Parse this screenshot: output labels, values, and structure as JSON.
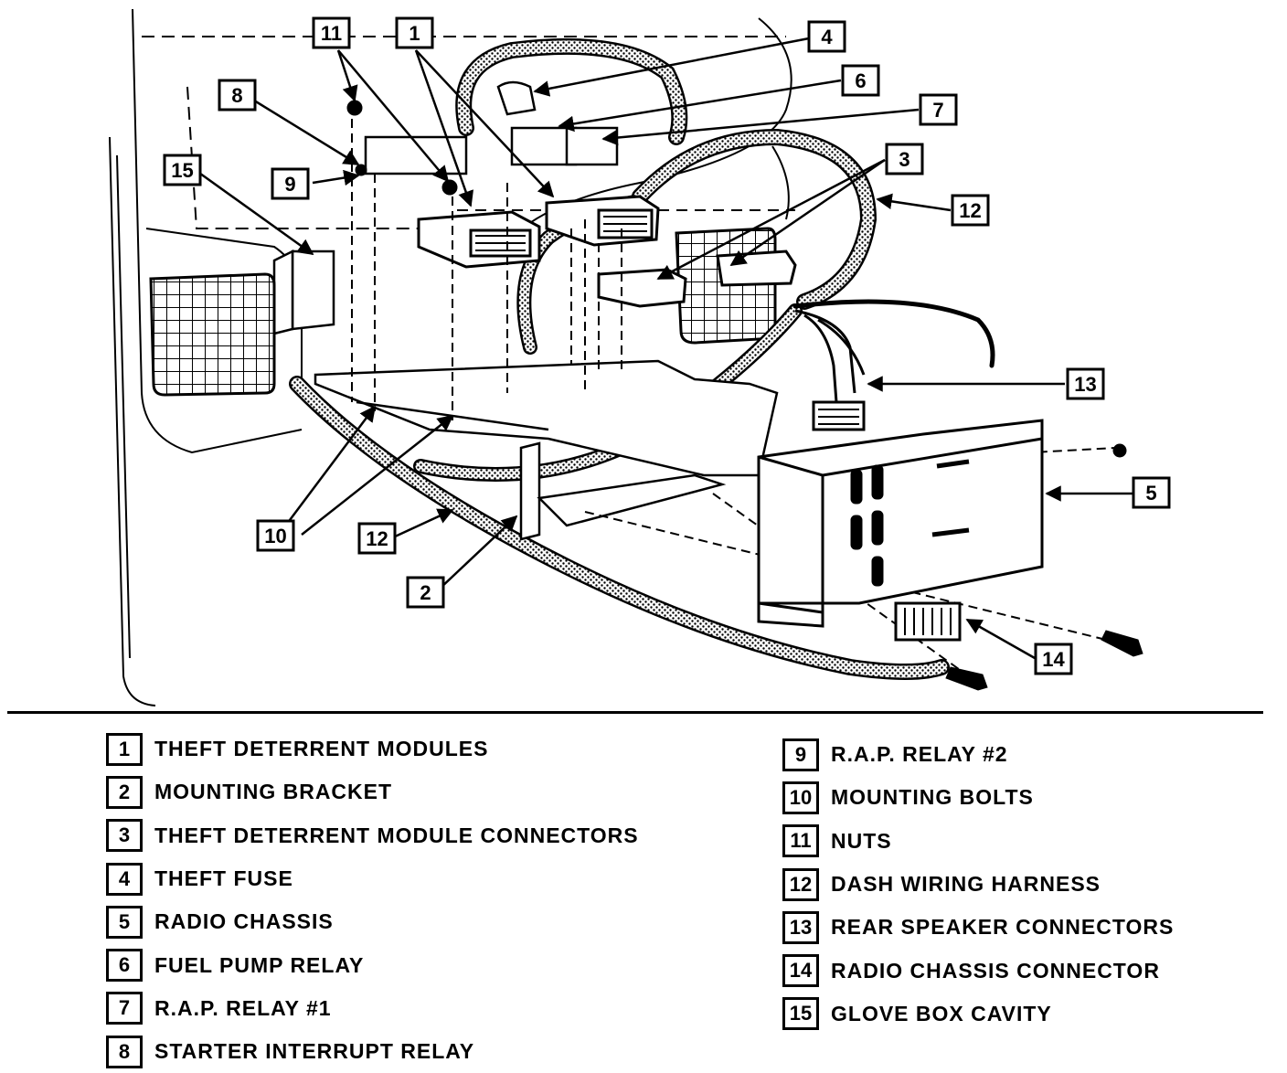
{
  "callouts": [
    "1",
    "2",
    "3",
    "4",
    "5",
    "6",
    "7",
    "8",
    "9",
    "10",
    "11",
    "12",
    "12",
    "13",
    "14",
    "15"
  ],
  "legend": {
    "left": [
      {
        "num": "1",
        "label": "THEFT DETERRENT MODULES"
      },
      {
        "num": "2",
        "label": "MOUNTING BRACKET"
      },
      {
        "num": "3",
        "label": "THEFT DETERRENT MODULE CONNECTORS"
      },
      {
        "num": "4",
        "label": "THEFT FUSE"
      },
      {
        "num": "5",
        "label": "RADIO CHASSIS"
      },
      {
        "num": "6",
        "label": "FUEL PUMP RELAY"
      },
      {
        "num": "7",
        "label": "R.A.P. RELAY #1"
      },
      {
        "num": "8",
        "label": "STARTER INTERRUPT RELAY"
      }
    ],
    "right": [
      {
        "num": "9",
        "label": "R.A.P. RELAY #2"
      },
      {
        "num": "10",
        "label": "MOUNTING BOLTS"
      },
      {
        "num": "11",
        "label": "NUTS"
      },
      {
        "num": "12",
        "label": "DASH WIRING HARNESS"
      },
      {
        "num": "13",
        "label": "REAR SPEAKER CONNECTORS"
      },
      {
        "num": "14",
        "label": "RADIO CHASSIS CONNECTOR"
      },
      {
        "num": "15",
        "label": "GLOVE BOX CAVITY"
      }
    ]
  }
}
